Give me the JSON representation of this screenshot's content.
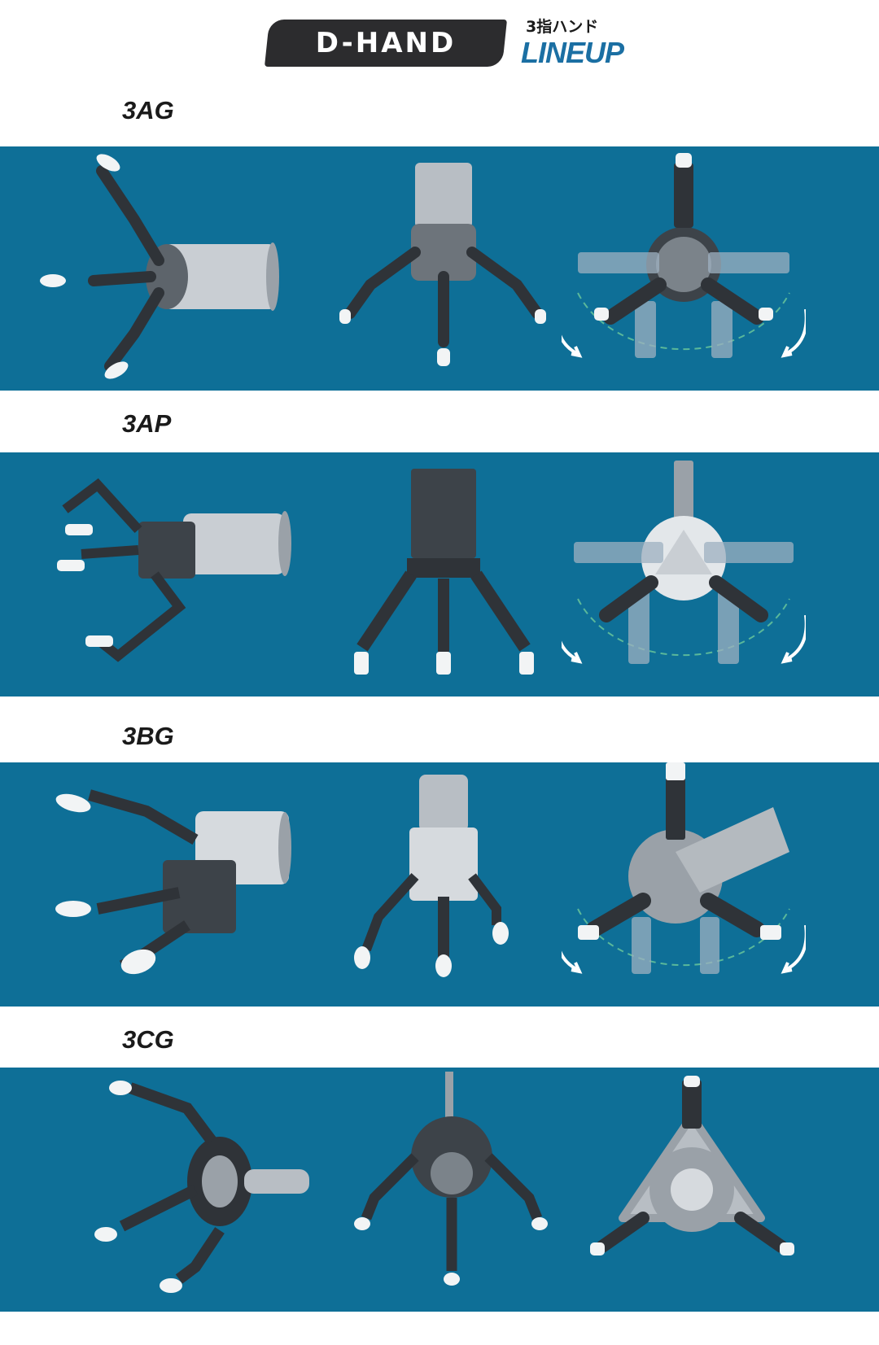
{
  "header": {
    "logo": "D-HAND",
    "subtitle_jp": "3指ハンド",
    "lineup": "LINEUP"
  },
  "models": [
    {
      "name": "3AG",
      "views": [
        "side-view",
        "front-view",
        "top-view"
      ]
    },
    {
      "name": "3AP",
      "views": [
        "side-view",
        "front-view",
        "top-view"
      ]
    },
    {
      "name": "3BG",
      "views": [
        "side-view",
        "front-view",
        "top-view"
      ]
    },
    {
      "name": "3CG",
      "views": [
        "side-view",
        "front-view",
        "top-view"
      ]
    }
  ],
  "colors": {
    "band": "#0e6f97",
    "logo_bg": "#2c2c2e",
    "lineup_text": "#1b6fa3",
    "metal_dark": "#2f3338",
    "metal_light": "#b8bec4",
    "fingertip": "#f2f4f5"
  },
  "icons": [
    "rotate-arrow-left-icon",
    "rotate-arrow-right-icon"
  ]
}
